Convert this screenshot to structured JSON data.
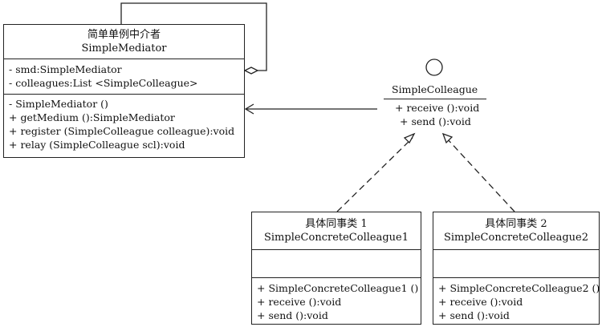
{
  "mediator": {
    "cn_name": "简单单例中介者",
    "name": "SimpleMediator",
    "attributes": [
      "- smd:SimpleMediator",
      "- colleagues:List <SimpleColleague>"
    ],
    "operations": [
      "- SimpleMediator ()",
      "+ getMedium ():SimpleMediator",
      "+ register (SimpleColleague colleague):void",
      "+ relay (SimpleColleague scl):void"
    ]
  },
  "interface": {
    "name": "SimpleColleague",
    "operations": [
      "+ receive ():void",
      "+ send ():void"
    ]
  },
  "colleague1": {
    "cn_name": "具体同事类 1",
    "name": "SimpleConcreteColleague1",
    "operations": [
      "+ SimpleConcreteColleague1 ()",
      "+ receive ():void",
      "+ send ():void"
    ]
  },
  "colleague2": {
    "cn_name": "具体同事类 2",
    "name": "SimpleConcreteColleague2",
    "operations": [
      "+ SimpleConcreteColleague2 ()",
      "+ receive ():void",
      "+ send ():void"
    ]
  }
}
